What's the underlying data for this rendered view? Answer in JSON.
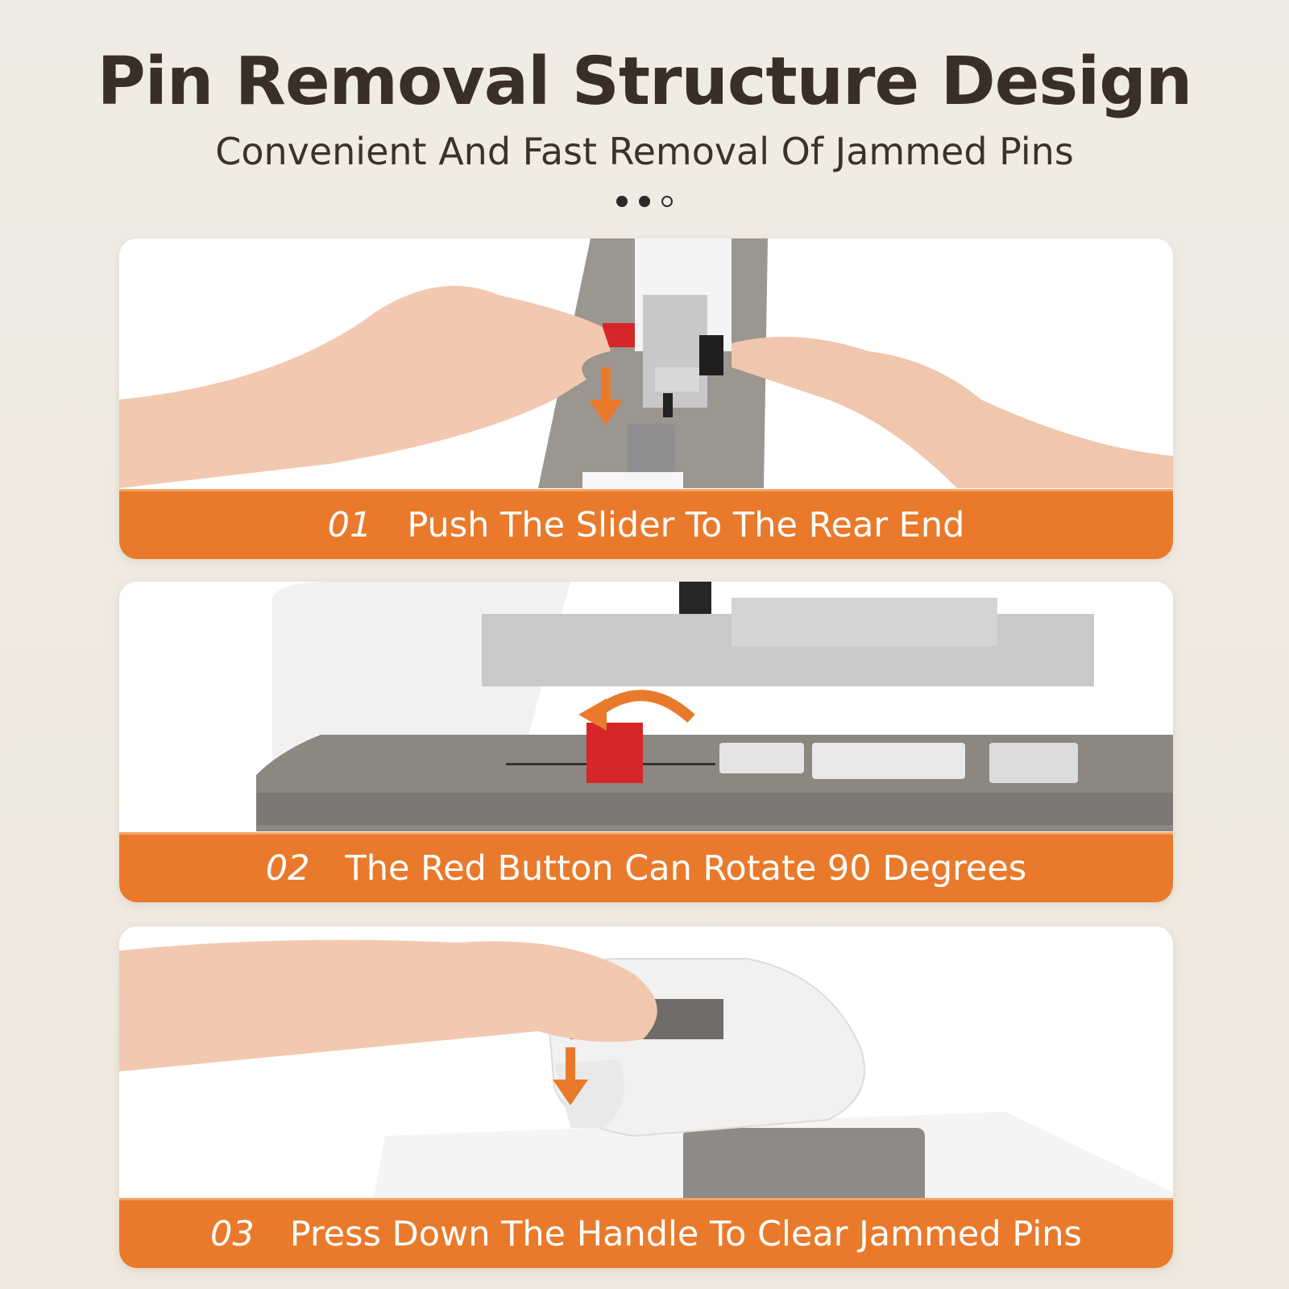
{
  "header": {
    "title": "Pin Removal Structure Design",
    "subtitle": "Convenient And Fast Removal Of Jammed Pins",
    "carousel": {
      "total": 3,
      "active": 2
    }
  },
  "steps": [
    {
      "number": "01",
      "text": "Push The Slider To The Rear End"
    },
    {
      "number": "02",
      "text": "The Red Button Can Rotate 90 Degrees"
    },
    {
      "number": "03",
      "text": "Press Down The Handle To Clear Jammed Pins"
    }
  ],
  "colors": {
    "accent": "#e97a2b",
    "title": "#3a2f27",
    "background": "#f1ece3",
    "button_red": "#d6262a"
  }
}
